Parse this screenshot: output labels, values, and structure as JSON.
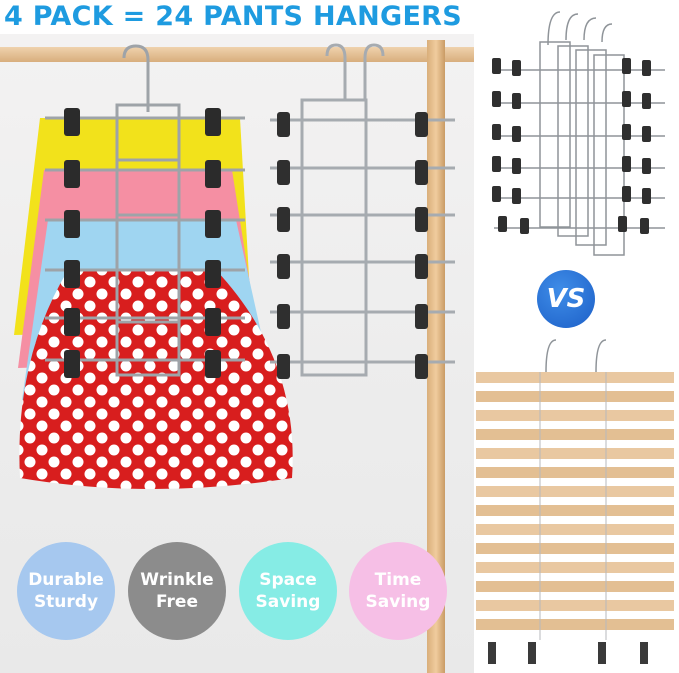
{
  "headline": "4 PACK = 24 PANTS HANGERS",
  "comparison_badge": "VS",
  "features": [
    {
      "line1": "Durable",
      "line2": "Sturdy"
    },
    {
      "line1": "Wrinkle",
      "line2": "Free"
    },
    {
      "line1": "Space",
      "line2": "Saving"
    },
    {
      "line1": "Time",
      "line2": "Saving"
    }
  ],
  "colors": {
    "headline": "#1e9be0",
    "vs_badge": "#2b74d8",
    "skirt_yellow": "#f2e21b",
    "skirt_pink": "#f58fa3",
    "skirt_blue": "#9fd5f1",
    "skirt_red": "#d81e1e",
    "wood": "#e7c6a0"
  }
}
